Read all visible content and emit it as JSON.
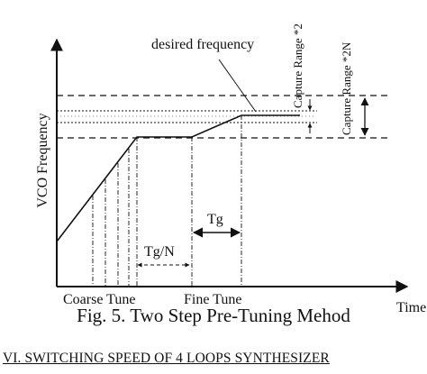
{
  "diagram": {
    "axis_y_label": "VCO Frequency",
    "axis_x_label": "Time",
    "annotation_desired": "desired frequency",
    "capture_range_inner": "Capture Range *2",
    "capture_range_outer": "Capture Range *2N",
    "interval_tg": "Tg",
    "interval_tg_n": "Tg/N",
    "phase_coarse": "Coarse Tune",
    "phase_fine": "Fine Tune"
  },
  "caption": "Fig. 5. Two Step Pre-Tuning Mehod",
  "section_heading": "VI. SWITCHING SPEED OF 4 LOOPS SYNTHESIZER"
}
